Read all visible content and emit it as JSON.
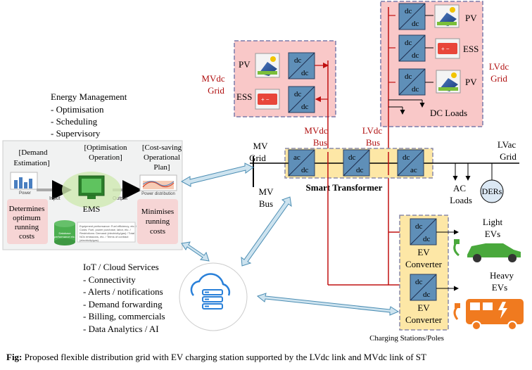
{
  "energy_management": {
    "title": "Energy Management",
    "items": [
      "- Optimisation",
      "- Scheduling",
      "- Supervisory"
    ]
  },
  "ems_panel": {
    "demand_estimation_line1": "[Demand",
    "demand_estimation_line2": "Estimation]",
    "optimisation_line1": "[Optimisation",
    "optimisation_line2": "Operation]",
    "cost_saving_line1": "[Cost-saving",
    "cost_saving_line2": "Operational",
    "cost_saving_line3": "Plan]",
    "power_label": "Power",
    "input_label": "Input",
    "output_label": "Output",
    "ems_label": "EMS",
    "power_distribution_label": "Power distribution",
    "determines_line1": "Determines",
    "determines_line2": "optimum",
    "determines_line3": "running",
    "determines_line4": "costs",
    "database_line1": "Database",
    "database_line2": "performance etc.",
    "params_line1": "Equipment performance: Fuel efficiency, etc. /",
    "params_line2": "Costs: Fuel, power purchase, labor, etc. /",
    "params_line3": "Restrictions: Demand (electricity/gas) / Total",
    "params_line4": "NOx emissions, etc. / Terms of contract",
    "params_line5": "(electricity/gas)",
    "minimises_line1": "Minimises",
    "minimises_line2": "running",
    "minimises_line3": "costs"
  },
  "mvdc_grid": {
    "label_line1": "MVdc",
    "label_line2": "Grid",
    "pv_label": "PV",
    "ess_label": "ESS"
  },
  "lvdc_grid": {
    "label_line1": "LVdc",
    "label_line2": "Grid",
    "pv_top_label": "PV",
    "ess_label": "ESS",
    "pv_bottom_label": "PV",
    "dc_loads_label": "DC Loads"
  },
  "smart_transformer": {
    "title": "Smart Transformer",
    "mv_grid_line1": "MV",
    "mv_grid_line2": "Grid",
    "mv_bus_line1": "MV",
    "mv_bus_line2": "Bus",
    "mvdc_bus_line1": "MVdc",
    "mvdc_bus_line2": "Bus",
    "lvdc_bus_line1": "LVdc",
    "lvdc_bus_line2": "Bus",
    "lvac_grid_line1": "LVac",
    "lvac_grid_line2": "Grid",
    "ac_loads_line1": "AC",
    "ac_loads_line2": "Loads",
    "ders_label": "DERs"
  },
  "charging": {
    "converter1_line1": "EV",
    "converter1_line2": "Converter",
    "converter2_line1": "EV",
    "converter2_line2": "Converter",
    "label": "Charging Stations/Poles",
    "light_ev_line1": "Light",
    "light_ev_line2": "EVs",
    "heavy_ev_line1": "Heavy",
    "heavy_ev_line2": "EVs"
  },
  "iot_cloud": {
    "title": "IoT / Cloud Services",
    "items": [
      "- Connectivity",
      "- Alerts / notifications",
      "- Demand forwarding",
      "- Billing, commercials",
      "- Data Analytics / AI"
    ]
  },
  "caption": {
    "prefix": "Fig:",
    "text": " Proposed flexible distribution grid with EV charging station supported by the LVdc link and MVdc link of ST"
  },
  "colors": {
    "dc_grid_fill": "#f9c8c8",
    "smart_transformer_fill": "#fde7a6",
    "converter_fill": "#5f8fb8",
    "dc_bus_line": "#c01010",
    "dc_label_text": "#b01010",
    "comm_arrow_fill": "#cde3ef"
  },
  "icons": [
    "solar-panel-icon",
    "battery-icon",
    "computer-icon",
    "database-icon",
    "cloud-server-icon",
    "electric-car-icon",
    "electric-bus-icon"
  ]
}
